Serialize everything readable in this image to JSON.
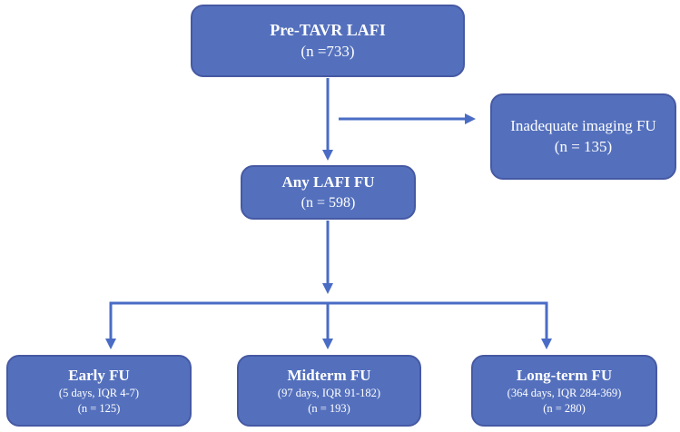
{
  "colors": {
    "box_fill": "#5470BD",
    "box_border": "#4659A3",
    "arrow": "#4A6CC5",
    "text": "#FFFFFF",
    "background": "#FFFFFF"
  },
  "flowchart": {
    "pre_tavr": {
      "title": "Pre-TAVR LAFI",
      "n": "(n =733)"
    },
    "inadequate": {
      "title": "Inadequate imaging FU",
      "n": "(n = 135)"
    },
    "any_fu": {
      "title": "Any LAFI FU",
      "n": "(n = 598)"
    },
    "early": {
      "title": "Early FU",
      "iqr": "(5 days, IQR 4-7)",
      "n": "(n = 125)"
    },
    "midterm": {
      "title": "Midterm FU",
      "iqr": "(97 days, IQR 91-182)",
      "n": "(n = 193)"
    },
    "longterm": {
      "title": "Long-term FU",
      "iqr": "(364 days, IQR 284-369)",
      "n": "(n = 280)"
    }
  }
}
